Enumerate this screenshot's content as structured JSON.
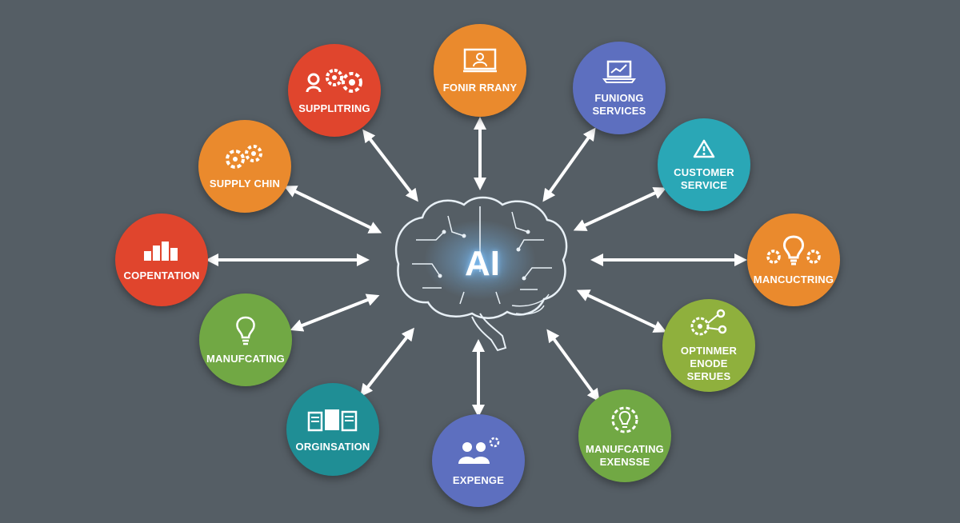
{
  "center": {
    "label": "AI"
  },
  "nodes": [
    {
      "id": "supplitring",
      "label": "SUPPLITRING",
      "color": "#e0452d",
      "icon": "gears-person-icon"
    },
    {
      "id": "fonir-rrany",
      "label": "FONIR RRANY",
      "color": "#ea8a2d",
      "icon": "presentation-board-icon"
    },
    {
      "id": "funiong-services",
      "label": "FUNIONG SERVICES",
      "color": "#5d6fbf",
      "icon": "laptop-chart-icon"
    },
    {
      "id": "supply-chin",
      "label": "SUPPLY CHIN",
      "color": "#ea8a2d",
      "icon": "gears-icon"
    },
    {
      "id": "customer-service",
      "label": "CUSTOMER SERVICE",
      "color": "#2aa7b6",
      "icon": "warning-triangle-icon"
    },
    {
      "id": "copentation",
      "label": "COPENTATION",
      "color": "#e0452d",
      "icon": "bar-chart-icon"
    },
    {
      "id": "mancuctring",
      "label": "MANCUCTRING",
      "color": "#ea8a2d",
      "icon": "lightbulb-gears-icon"
    },
    {
      "id": "manufcating-left",
      "label": "MANUFCATING",
      "color": "#71a844",
      "icon": "lightbulb-icon"
    },
    {
      "id": "optinmer",
      "label": "OPTINMER ENODE SERUES",
      "color": "#8fb03d",
      "icon": "gear-nodes-icon"
    },
    {
      "id": "orginsation",
      "label": "ORGINSATION",
      "color": "#1f8e95",
      "icon": "documents-icon"
    },
    {
      "id": "expenge",
      "label": "EXPENGE",
      "color": "#5d6fbf",
      "icon": "people-gear-icon"
    },
    {
      "id": "manufcating-exensse",
      "label": "MANUFCATING EXENSSE",
      "color": "#71a844",
      "icon": "gear-bulb-icon"
    }
  ]
}
